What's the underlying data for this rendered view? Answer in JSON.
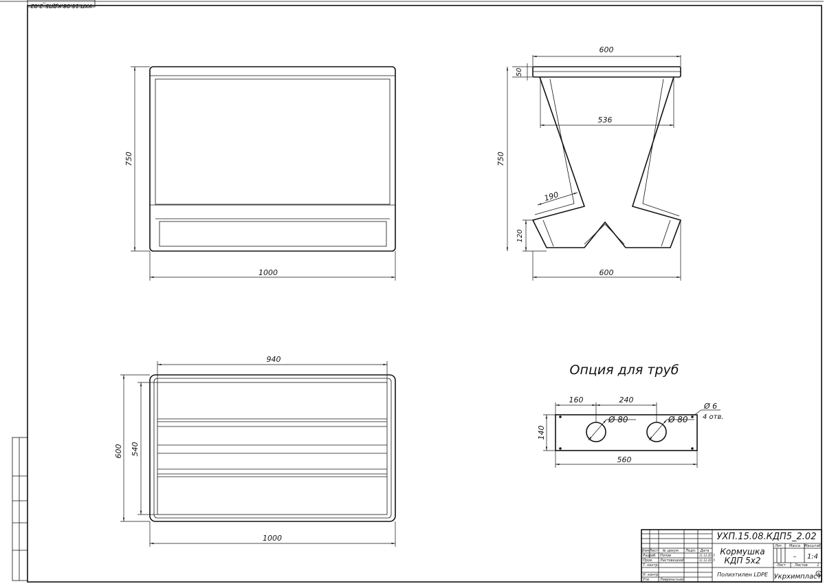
{
  "stamp_code": "УХП.15.08.КДП5_2.02",
  "title_block": {
    "code": "УХП.15.08.КДП5_2.02",
    "name_line1": "Кормушка",
    "name_line2": "КДП 5х2",
    "material": "Полиэтилен LDPE",
    "company": "Укрхимпласт",
    "registered_mark": "R",
    "col_headers": [
      "Изм",
      "Лист",
      "№ докум.",
      "Подп.",
      "Дата"
    ],
    "rows": [
      {
        "role": "Разраб.",
        "name": "Попов",
        "date": "11.12.2015"
      },
      {
        "role": "Пров.",
        "name": "Ластовецкий",
        "date": "11.12.2015"
      },
      {
        "role": "Т. контр.",
        "name": "",
        "date": ""
      },
      {
        "role": "Н. контр.",
        "name": "",
        "date": ""
      },
      {
        "role": "Утв.",
        "name": "Лавреньтьев",
        "date": ""
      }
    ],
    "lit_label": "Лит.",
    "mass_label": "Масса",
    "scale_label": "Масштаб",
    "mass_value": "–",
    "scale_value": "1:4",
    "sheet_label": "Лист",
    "sheets_label": "Листов",
    "sheets_value": "1"
  },
  "front_view": {
    "height": "750",
    "width": "1000"
  },
  "side_view": {
    "top_width": "600",
    "top_thickness": "50",
    "inner_width": "536",
    "height": "750",
    "leg_len": "190",
    "base_height": "120",
    "base_width": "600"
  },
  "top_view": {
    "inner_width": "940",
    "outer_height": "600",
    "inner_height": "540",
    "outer_width": "1000"
  },
  "pipe_option": {
    "title": "Опция для труб",
    "offset": "160",
    "spacing": "240",
    "hole_dia": "Ø 6",
    "hole_count": "4 отв.",
    "pipe_dia_1": "Ø 80",
    "pipe_dia_2": "Ø 80",
    "height": "140",
    "width": "560"
  }
}
